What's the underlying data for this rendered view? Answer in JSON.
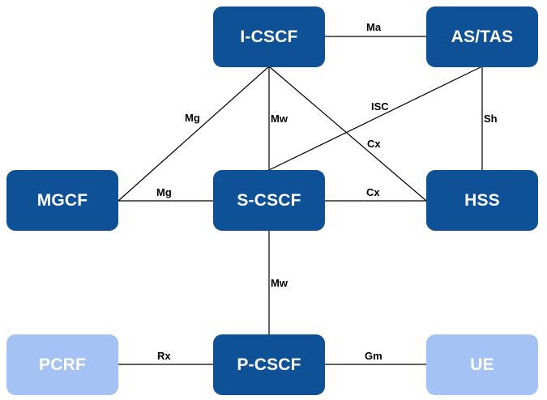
{
  "colors": {
    "dark_node": "#0f5196",
    "light_node": "#a4c2f4",
    "line": "#000000"
  },
  "nodes": {
    "icscf": {
      "label": "I-CSCF",
      "style": "dark"
    },
    "astas": {
      "label": "AS/TAS",
      "style": "dark"
    },
    "mgcf": {
      "label": "MGCF",
      "style": "dark"
    },
    "scscf": {
      "label": "S-CSCF",
      "style": "dark"
    },
    "hss": {
      "label": "HSS",
      "style": "dark"
    },
    "pcrf": {
      "label": "PCRF",
      "style": "light"
    },
    "pcscf": {
      "label": "P-CSCF",
      "style": "dark"
    },
    "ue": {
      "label": "UE",
      "style": "light"
    }
  },
  "links": [
    {
      "from": "I-CSCF",
      "to": "AS/TAS",
      "label": "Ma"
    },
    {
      "from": "I-CSCF",
      "to": "MGCF",
      "label": "Mg"
    },
    {
      "from": "I-CSCF",
      "to": "S-CSCF",
      "label": "Mw"
    },
    {
      "from": "I-CSCF",
      "to": "HSS",
      "label": "Cx"
    },
    {
      "from": "S-CSCF",
      "to": "AS/TAS",
      "label": "ISC"
    },
    {
      "from": "AS/TAS",
      "to": "HSS",
      "label": "Sh"
    },
    {
      "from": "MGCF",
      "to": "S-CSCF",
      "label": "Mg"
    },
    {
      "from": "S-CSCF",
      "to": "HSS",
      "label": "Cx"
    },
    {
      "from": "S-CSCF",
      "to": "P-CSCF",
      "label": "Mw"
    },
    {
      "from": "PCRF",
      "to": "P-CSCF",
      "label": "Rx"
    },
    {
      "from": "P-CSCF",
      "to": "UE",
      "label": "Gm"
    }
  ]
}
